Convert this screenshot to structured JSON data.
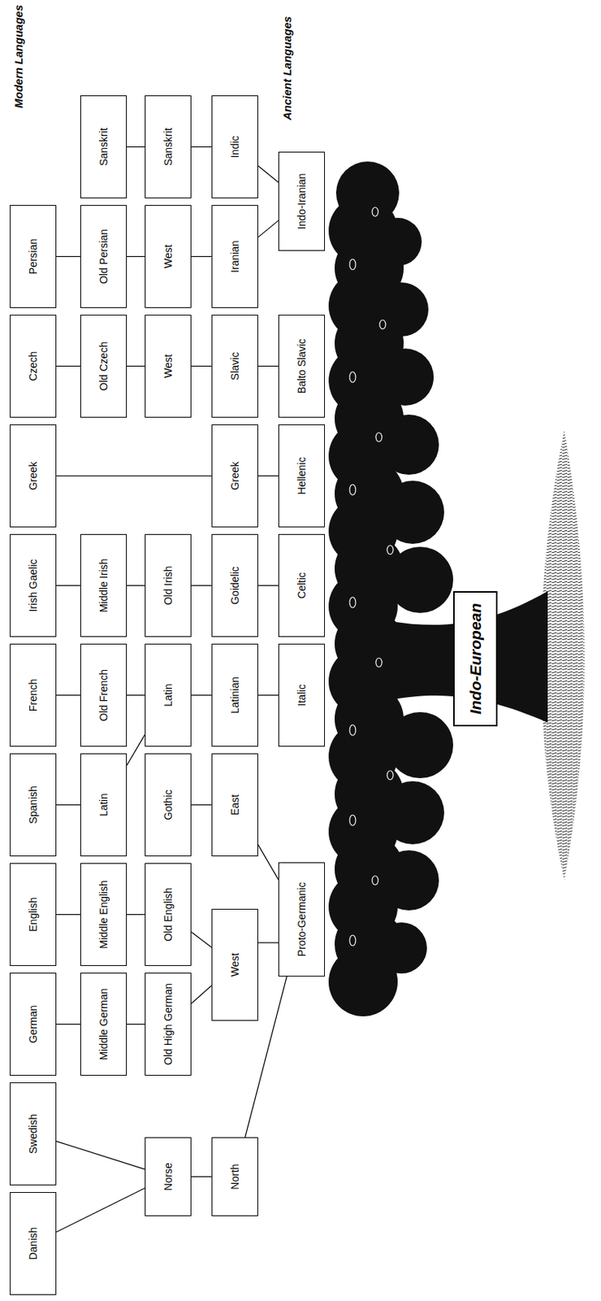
{
  "diagram": {
    "nodes": [
      {
        "text": [
          "Danish"
        ]
      },
      {
        "text": [
          "Swedish"
        ]
      },
      {
        "text": [
          "German"
        ]
      },
      {
        "text": [
          "English"
        ]
      },
      {
        "text": [
          "Spanish"
        ]
      },
      {
        "text": [
          "French"
        ]
      },
      {
        "text": [
          "Irish Gaelic"
        ]
      },
      {
        "text": [
          "Greek"
        ]
      },
      {
        "text": [
          "Czech"
        ]
      },
      {
        "text": [
          "Persian"
        ]
      },
      {
        "text": [
          "Middle German"
        ]
      },
      {
        "text": [
          "Middle English"
        ]
      },
      {
        "text": [
          "Latin"
        ]
      },
      {
        "text": [
          "Old French"
        ]
      },
      {
        "text": [
          "Middle Irish"
        ]
      },
      {
        "text": [
          "Old Czech"
        ]
      },
      {
        "text": [
          "Old Persian"
        ]
      },
      {
        "text": [
          "Sanskrit"
        ]
      },
      {
        "text": [
          "Norse"
        ]
      },
      {
        "text": [
          "Old High German"
        ]
      },
      {
        "text": [
          "Old English"
        ]
      },
      {
        "text": [
          "Gothic"
        ]
      },
      {
        "text": [
          "Latin"
        ]
      },
      {
        "text": [
          "Old Irish"
        ]
      },
      {
        "text": [
          "West"
        ]
      },
      {
        "text": [
          "West"
        ]
      },
      {
        "text": [
          "Sanskrit"
        ]
      },
      {
        "text": [
          "North"
        ]
      },
      {
        "text": [
          "West"
        ]
      },
      {
        "text": [
          "East"
        ]
      },
      {
        "text": [
          "Latinian"
        ]
      },
      {
        "text": [
          "Goidelic"
        ]
      },
      {
        "text": [
          "Greek"
        ]
      },
      {
        "text": [
          "Slavic"
        ]
      },
      {
        "text": [
          "Iranian"
        ]
      },
      {
        "text": [
          "Indic"
        ]
      },
      {
        "text": [
          "Proto-Germanic"
        ]
      },
      {
        "text": [
          "Italic"
        ]
      },
      {
        "text": [
          "Celtic"
        ]
      },
      {
        "text": [
          "Hellenic"
        ]
      },
      {
        "text": [
          "Balto Slavic"
        ]
      },
      {
        "text": [
          "Indo-Iranian"
        ]
      },
      {
        "text": [
          "Indo-European"
        ]
      }
    ],
    "edges": [
      {
        "from": 18,
        "to": 0,
        "arrow": "none"
      },
      {
        "from": 18,
        "to": 1,
        "arrow": "none"
      },
      {
        "from": 27,
        "to": 18,
        "arrow": "none"
      },
      {
        "from": 36,
        "to": 27,
        "arrow": "none"
      },
      {
        "from": 36,
        "to": 28,
        "arrow": "none"
      },
      {
        "from": 36,
        "to": 29,
        "arrow": "none"
      },
      {
        "from": 28,
        "to": 19,
        "arrow": "none"
      },
      {
        "from": 28,
        "to": 20,
        "arrow": "none"
      },
      {
        "from": 19,
        "to": 10,
        "arrow": "none"
      },
      {
        "from": 10,
        "to": 2,
        "arrow": "none"
      },
      {
        "from": 20,
        "to": 11,
        "arrow": "none"
      },
      {
        "from": 11,
        "to": 3,
        "arrow": "none"
      },
      {
        "from": 29,
        "to": 21,
        "arrow": "none"
      },
      {
        "from": 12,
        "to": 4,
        "arrow": "none"
      },
      {
        "from": 22,
        "to": 12,
        "arrow": "none"
      },
      {
        "from": 22,
        "to": 13,
        "arrow": "none"
      },
      {
        "from": 13,
        "to": 5,
        "arrow": "none"
      },
      {
        "from": 30,
        "to": 22,
        "arrow": "none"
      },
      {
        "from": 37,
        "to": 30,
        "arrow": "none"
      },
      {
        "from": 38,
        "to": 31,
        "arrow": "none"
      },
      {
        "from": 31,
        "to": 23,
        "arrow": "none"
      },
      {
        "from": 23,
        "to": 14,
        "arrow": "none"
      },
      {
        "from": 14,
        "to": 6,
        "arrow": "none"
      },
      {
        "from": 39,
        "to": 32,
        "arrow": "none"
      },
      {
        "from": 32,
        "to": 7,
        "arrow": "none"
      },
      {
        "from": 40,
        "to": 33,
        "arrow": "none"
      },
      {
        "from": 33,
        "to": 24,
        "arrow": "none"
      },
      {
        "from": 24,
        "to": 15,
        "arrow": "none"
      },
      {
        "from": 15,
        "to": 8,
        "arrow": "none"
      },
      {
        "from": 41,
        "to": 34,
        "arrow": "none"
      },
      {
        "from": 34,
        "to": 25,
        "arrow": "none"
      },
      {
        "from": 25,
        "to": 16,
        "arrow": "none"
      },
      {
        "from": 16,
        "to": 9,
        "arrow": "none"
      },
      {
        "from": 41,
        "to": 35,
        "arrow": "none"
      },
      {
        "from": 35,
        "to": 26,
        "arrow": "none"
      },
      {
        "from": 26,
        "to": 17,
        "arrow": "none"
      }
    ],
    "labels": [
      "Modern Languages",
      "Ancient Languages"
    ]
  }
}
